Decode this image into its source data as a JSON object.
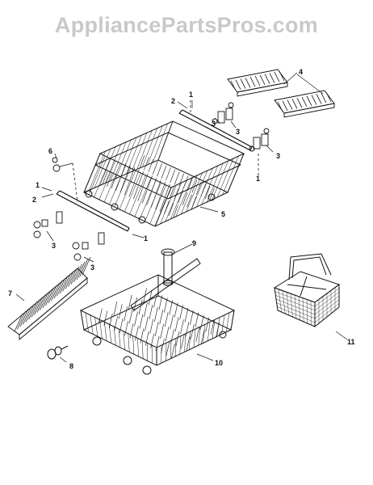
{
  "watermark": "AppliancePartsPros.com",
  "callouts": {
    "c1a": "1",
    "c2a": "2",
    "c3a": "3",
    "c3b": "3",
    "c3c": "3",
    "c1b": "1",
    "c4": "4",
    "c6": "6",
    "c1c": "1",
    "c2b": "2",
    "c3d": "3",
    "c3e": "3",
    "c1d": "1",
    "c5": "5",
    "c9": "9",
    "c7": "7",
    "c8": "8",
    "c10": "10",
    "c11": "11"
  },
  "colors": {
    "line": "#111111",
    "watermark": "#c9c9c9",
    "background": "#ffffff"
  }
}
